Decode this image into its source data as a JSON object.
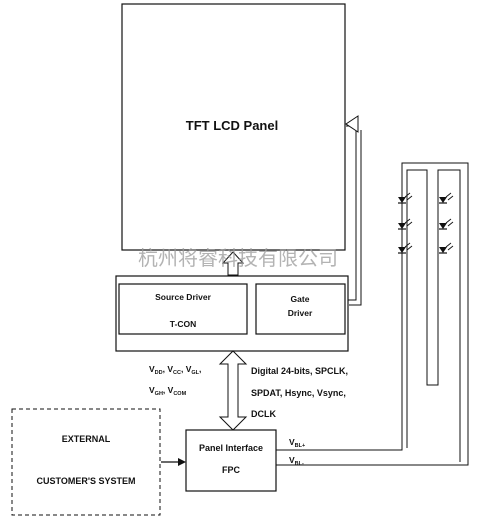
{
  "panel": {
    "title": "TFT LCD Panel"
  },
  "driver_board": {
    "source_driver": "Source Driver",
    "tcon": "T-CON",
    "gate_driver_line1": "Gate",
    "gate_driver_line2": "Driver"
  },
  "power_labels": {
    "vdd": "V",
    "vdd_sub": "DD",
    "sep1": ", ",
    "vcc": "V",
    "vcc_sub": "CC",
    "sep2": ", ",
    "vgl": "V",
    "vgl_sub": "GL",
    "sep3": ",",
    "vgh": "V",
    "vgh_sub": "GH",
    "sep4": ", ",
    "vcom": "V",
    "vcom_sub": "COM"
  },
  "signal_labels": {
    "line1": "Digital 24-bits, SPCLK,",
    "line2": "SPDAT, Hsync, Vsync,",
    "line3": "DCLK"
  },
  "panel_interface": {
    "line1": "Panel Interface",
    "line2": "FPC"
  },
  "external": {
    "line1": "EXTERNAL",
    "line2": "CUSTOMER'S SYSTEM"
  },
  "backlight": {
    "vbl_plus": "V",
    "vbl_plus_sub": "BL+",
    "vbl_minus": "V",
    "vbl_minus_sub": "BL-"
  },
  "watermark": "杭州将睿科技有限公司"
}
